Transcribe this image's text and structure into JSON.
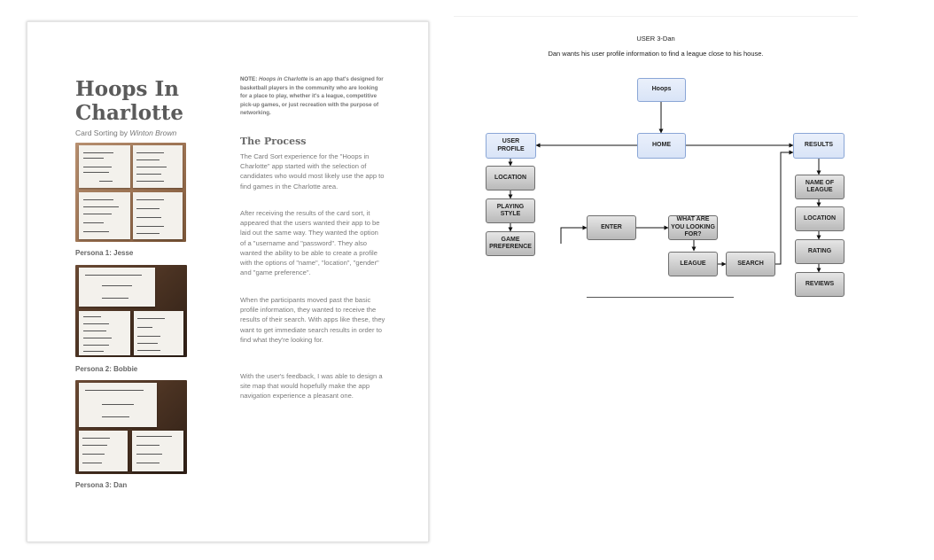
{
  "left_page": {
    "title": "Hoops In Charlotte",
    "byline_prefix": "Card Sorting by ",
    "byline_author": "Winton Brown",
    "note_label": "NOTE:",
    "note_app_name": "Hoops in Charlotte",
    "note_text": " is an app that's designed for basketball players in the community who are looking for a place to play, whether it's a league, competitive pick-up games, or just recreation with the purpose of networking.",
    "process_title": "The Process",
    "paragraphs": [
      "The Card Sort experience for the \"Hoops in Charlotte\" app started with the selection of candidates who would most likely use the app to find games in the Charlotte area.",
      "After receiving the results of the card sort, it appeared that the users wanted their app to be laid out the same way. They wanted the option of a \"username and \"password\". They also wanted the ability to be able to create a profile with the options of \"name\", \"location\", \"gender\" and \"game preference\".",
      "When the participants moved past the basic profile information, they wanted to receive the results of their search. With apps like these, they want to get immediate search results in order to find what they're looking for.",
      "With the user's feedback, I was able to design a site map that would hopefully make the app navigation experience a pleasant one."
    ],
    "personas": [
      {
        "label": "Persona 1: Jesse"
      },
      {
        "label": "Persona 2: Bobbie"
      },
      {
        "label": "Persona 3:  Dan"
      }
    ]
  },
  "right_page": {
    "heading": "USER 3-Dan",
    "description": "Dan wants his user profile information to find a league close to his house.",
    "nodes": {
      "hoops": "Hoops",
      "home": "HOME",
      "user_profile": "USER PROFILE",
      "results": "RESULTS",
      "location_left": "LOCATION",
      "playing_style": "PLAYING STYLE",
      "game_preference": "GAME PREFERENCE",
      "enter": "ENTER",
      "what_looking": "WHAT ARE YOU LOOKING FOR?",
      "league": "LEAGUE",
      "search": "SEARCH",
      "name_of_league": "NAME OF LEAGUE",
      "location_right": "LOCATION",
      "rating": "RATING",
      "reviews": "REVIEWS"
    }
  },
  "colors": {
    "blue_node_border": "#8aa6d6",
    "gray_node_border": "#6f6f6f",
    "text_gray": "#7a7a7a"
  }
}
